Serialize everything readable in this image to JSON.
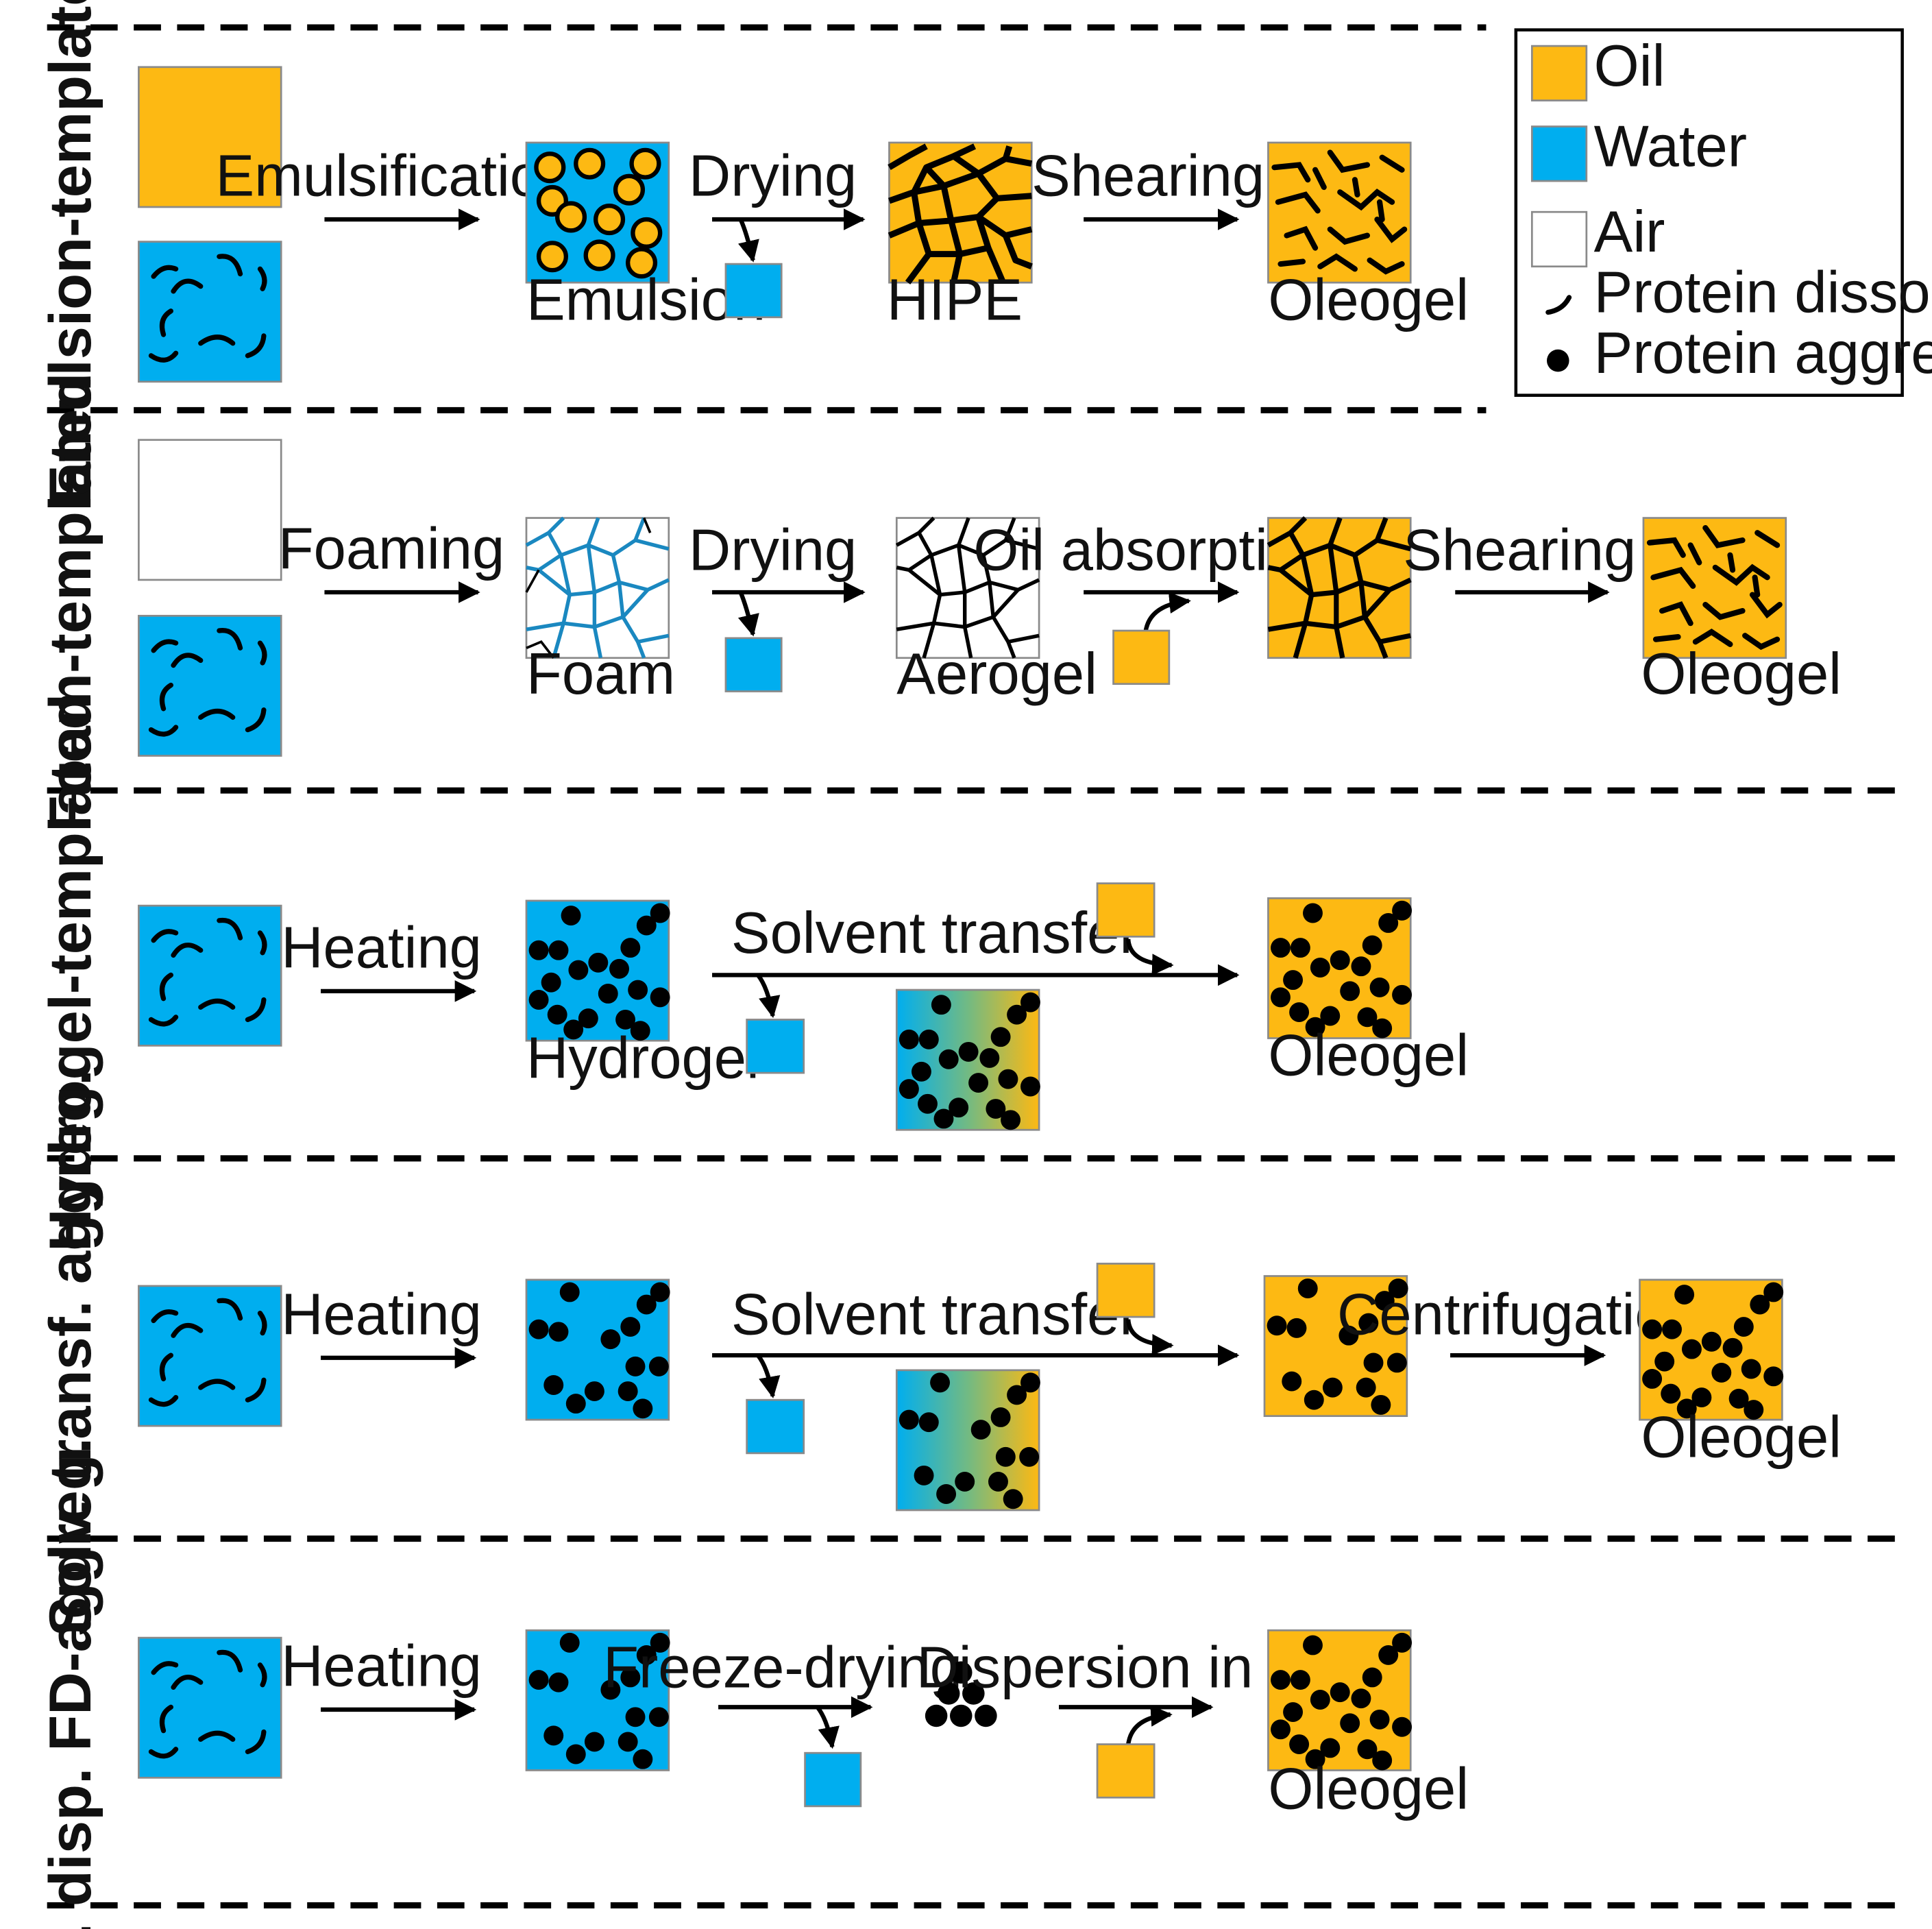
{
  "colors": {
    "oil": "#FDB913",
    "water": "#00AEEF",
    "air": "#FFFFFF",
    "protein": "#000000",
    "foam_lines": "#1A88C0"
  },
  "legend": {
    "items": [
      {
        "label": "Oil",
        "swatch": "oil"
      },
      {
        "label": "Water",
        "swatch": "water"
      },
      {
        "label": "Air",
        "swatch": "air"
      },
      {
        "label": "Protein dissolved",
        "swatch": "protein-dissolved"
      },
      {
        "label": "Protein aggregate",
        "swatch": "protein-aggregate"
      }
    ]
  },
  "rows": [
    {
      "label": "Emulsion-templated",
      "steps": [
        "Emulsification",
        "Drying",
        "Shearing"
      ],
      "products": [
        "Emulsion",
        "HIPE",
        "Oleogel"
      ]
    },
    {
      "label": "Foam-templated",
      "steps": [
        "Foaming",
        "Drying",
        "Oil absorption",
        "Shearing"
      ],
      "products": [
        "Foam",
        "Aerogel",
        "Oleogel"
      ]
    },
    {
      "label": "Hydrogel-templated",
      "steps": [
        "Heating",
        "Solvent transfer"
      ],
      "products": [
        "Hydrogel",
        "Oleogel"
      ]
    },
    {
      "label": "Solv. transf. aggreg.",
      "steps": [
        "Heating",
        "Solvent transfer",
        "Centrifugation"
      ],
      "products": [
        "Oleogel"
      ]
    },
    {
      "label": "Dir. disp. FD-aggreg.",
      "steps": [
        "Heating",
        "Freeze-drying",
        "Dispersion in oil"
      ],
      "products": [
        "Oleogel"
      ]
    }
  ]
}
